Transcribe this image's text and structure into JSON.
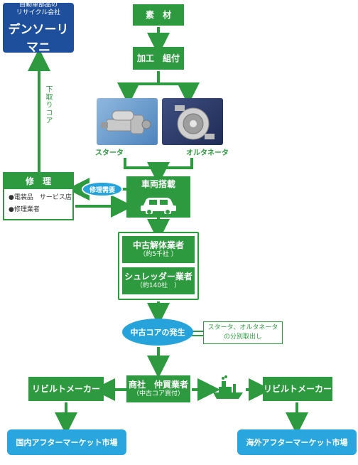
{
  "logo": {
    "line1": "自動車部品の",
    "line2": "リサイクル会社",
    "name": "デンソーリマニ"
  },
  "nodes": {
    "material": "素　材",
    "processing": "加工　組付",
    "starter_label": "スタータ",
    "alternator_label": "オルタネータ",
    "vehicle": "車両搭載",
    "repair_need": "修理需要",
    "repair_title": "修　理",
    "repair_items": [
      "●電装品　サービス店",
      "●修理業者"
    ],
    "tradein": "下取りコア",
    "dismantler": "中古解体業者",
    "dismantler_count": "（約5千社 ）",
    "shredder": "シュレッダー業者",
    "shredder_count": "（約140社　）",
    "core_occurrence": "中古コアの発生",
    "separation_note_1": "スタータ、オルタネータ",
    "separation_note_2": "の分別取出し",
    "trader": "商社　仲買業者",
    "trader_sub": "（中古コア買付）",
    "rebuilt_left": "リビルトメーカー",
    "rebuilt_right": "リビルトメーカー",
    "domestic_market": "国内アフターマーケット市場",
    "overseas_market": "海外アフターマーケット市場"
  },
  "colors": {
    "green": "#2e9a3f",
    "blue": "#27a3dc",
    "navy": "#1d4f9c"
  }
}
